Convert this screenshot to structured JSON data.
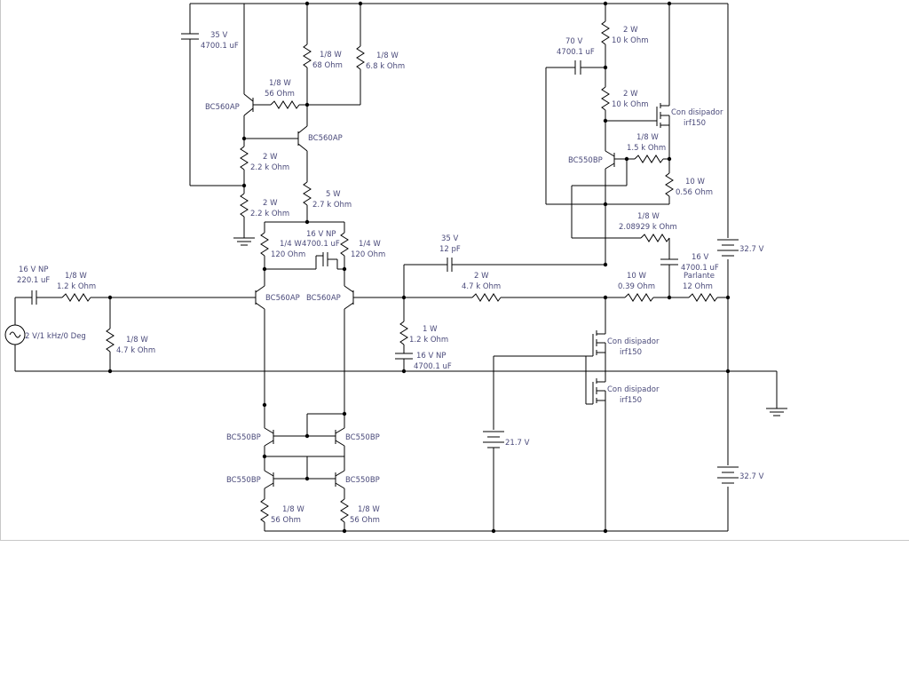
{
  "components": {
    "c_top_left": {
      "l1": "35 V",
      "l2": "4700.1 uF"
    },
    "r_68": {
      "l1": "1/8 W",
      "l2": "68  Ohm"
    },
    "r_6k8": {
      "l1": "1/8 W",
      "l2": "6.8 k Ohm"
    },
    "r_56_top": {
      "l1": "1/8 W",
      "l2": "56  Ohm"
    },
    "q_bc560ap_1": {
      "l1": "BC560AP"
    },
    "q_bc560ap_2": {
      "l1": "BC560AP"
    },
    "r_2k2_a": {
      "l1": "2 W",
      "l2": "2.2 k Ohm"
    },
    "r_2k2_b": {
      "l1": "2 W",
      "l2": "2.2 k Ohm"
    },
    "r_2k7": {
      "l1": "5 W",
      "l2": "2.7 k Ohm"
    },
    "r_120_l": {
      "l1": "1/4 W",
      "l2": "120  Ohm"
    },
    "c_np_mid": {
      "l1": "16 V NP",
      "l2": "4700.1 uF"
    },
    "r_120_r": {
      "l1": "1/4 W",
      "l2": "120  Ohm"
    },
    "q_diff_l": {
      "l1": "BC560AP"
    },
    "q_diff_r": {
      "l1": "BC560AP"
    },
    "c_in": {
      "l1": "16 V NP",
      "l2": "220.1 uF"
    },
    "r_in": {
      "l1": "1/8 W",
      "l2": "1.2 k Ohm"
    },
    "r_4k7_in": {
      "l1": "1/8 W",
      "l2": "4.7 k Ohm"
    },
    "src": {
      "l1": "2 V/1 kHz/0 Deg"
    },
    "c_12p": {
      "l1": "35 V",
      "l2": "12 pF"
    },
    "r_fb": {
      "l1": "2 W",
      "l2": "4.7 k Ohm"
    },
    "r_1k2": {
      "l1": "1 W",
      "l2": "1.2 k Ohm"
    },
    "c_fb": {
      "l1": "16 V NP",
      "l2": "4700.1 uF"
    },
    "q_cm_1": {
      "l1": "BC550BP"
    },
    "q_cm_2": {
      "l1": "BC550BP"
    },
    "q_cm_3": {
      "l1": "BC550BP"
    },
    "q_cm_4": {
      "l1": "BC550BP"
    },
    "r_56_l": {
      "l1": "1/8 W",
      "l2": "56  Ohm"
    },
    "r_56_r": {
      "l1": "1/8 W",
      "l2": "56  Ohm"
    },
    "bat_21": {
      "l1": "21.7 V"
    },
    "r_10k_a": {
      "l1": "2 W",
      "l2": "10 k Ohm"
    },
    "c_70": {
      "l1": "70 V",
      "l2": "4700.1 uF"
    },
    "r_10k_b": {
      "l1": "2 W",
      "l2": "10 k Ohm"
    },
    "m_hi": {
      "l1": "Con disipador",
      "l2": "irf150"
    },
    "q_bc550_out": {
      "l1": "BC550BP"
    },
    "r_1k5": {
      "l1": "1/8 W",
      "l2": "1.5 k Ohm"
    },
    "r_056": {
      "l1": "10 W",
      "l2": "0.56  Ohm"
    },
    "r_2k08": {
      "l1": "1/8 W",
      "l2": "2.08929 k Ohm"
    },
    "c_out": {
      "l1": "16 V",
      "l2": "4700.1 uF"
    },
    "r_039": {
      "l1": "10 W",
      "l2": "0.39  Ohm"
    },
    "r_spk": {
      "l1": "Parlante",
      "l2": "12  Ohm"
    },
    "bat_top": {
      "l1": "32.7 V"
    },
    "m_lo1": {
      "l1": "Con disipador",
      "l2": "irf150"
    },
    "m_lo2": {
      "l1": "Con disipador",
      "l2": "irf150"
    },
    "bat_bot": {
      "l1": "32.7 V"
    }
  }
}
